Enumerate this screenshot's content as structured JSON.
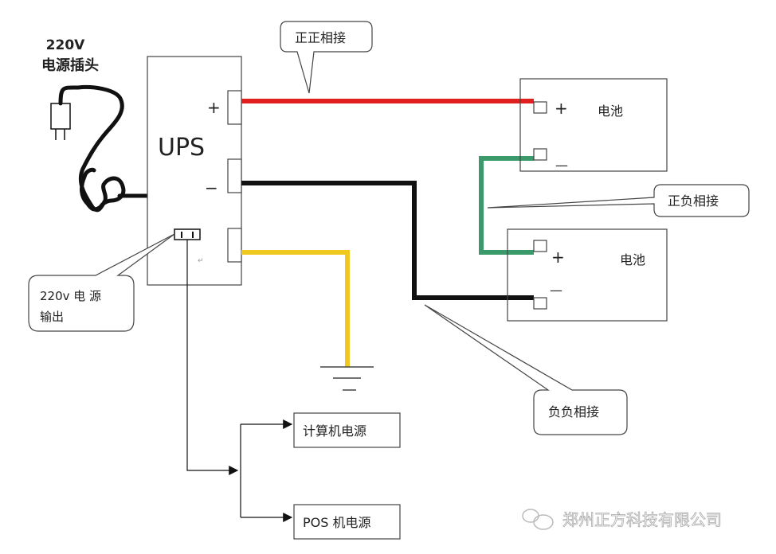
{
  "plug": {
    "voltage": "220V",
    "label": "电源插头"
  },
  "ups": {
    "title": "UPS",
    "positive": "+",
    "negative": "−"
  },
  "callouts": {
    "pos_pos": "正正相接",
    "pos_neg": "正负相接",
    "neg_neg": "负负相接",
    "output_line1": "220v 电 源",
    "output_line2": "输出"
  },
  "batteries": [
    {
      "label": "电池",
      "positive": "+",
      "negative": "—"
    },
    {
      "label": "电池",
      "positive": "+",
      "negative": "—"
    }
  ],
  "loads": [
    {
      "label": "计算机电源"
    },
    {
      "label": "POS 机电源"
    }
  ],
  "watermark": {
    "text": "郑州正方科技有限公司",
    "icon": "wechat-icon"
  },
  "colors": {
    "positive_wire": "#e0201e",
    "negative_wire": "#111111",
    "series_wire": "#3a9a6a",
    "ground_wire": "#f0c820"
  },
  "paragraph_mark": "↵"
}
